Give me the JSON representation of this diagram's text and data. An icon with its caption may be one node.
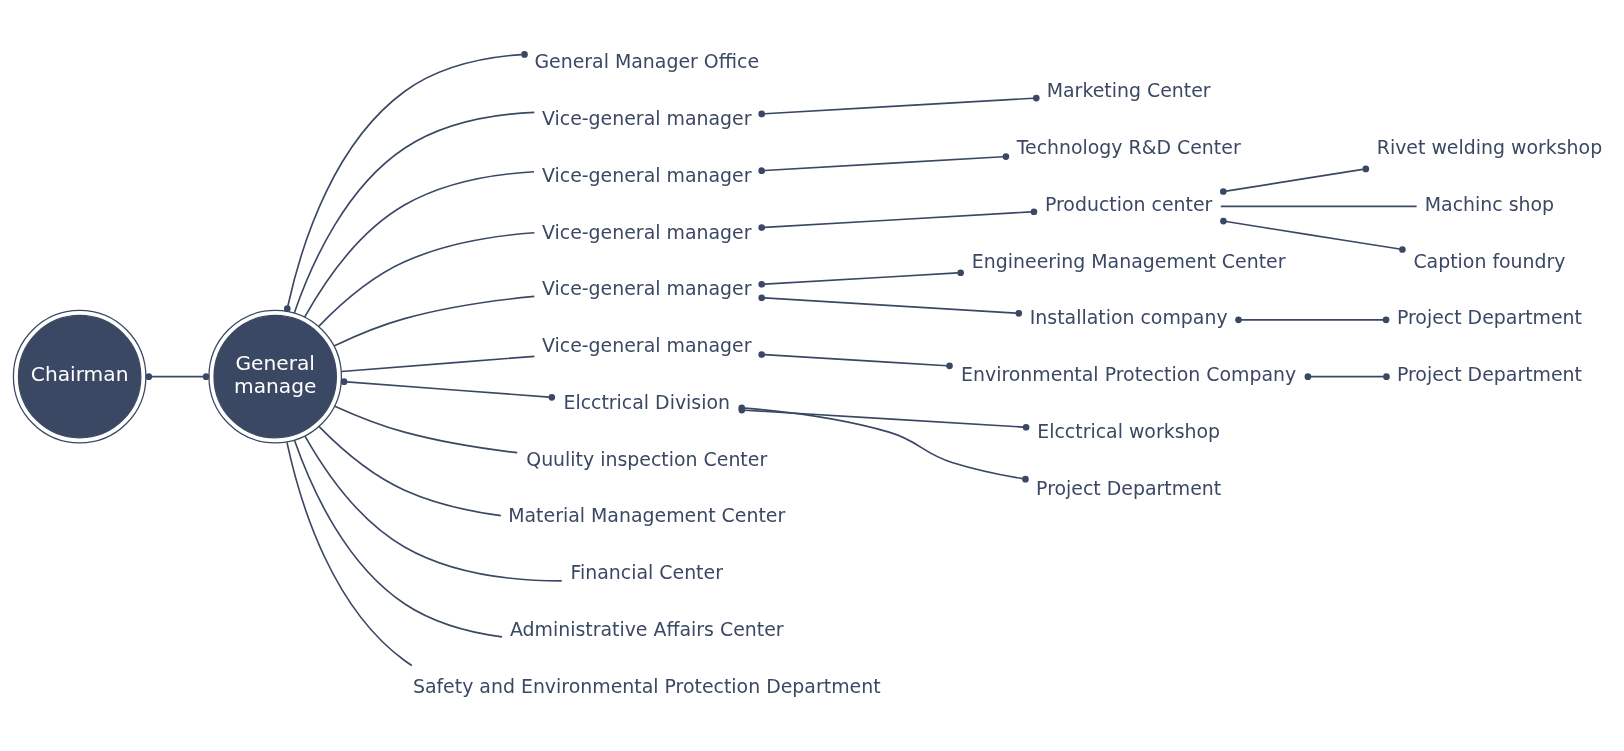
{
  "diagram": {
    "nodes": [
      {
        "text": [
          "Chairman"
        ]
      },
      {
        "text": [
          "General manage"
        ]
      },
      {
        "text": [
          "General Manager Office"
        ]
      },
      {
        "text": [
          "Vice-general manager"
        ]
      },
      {
        "text": [
          "Marketing Center"
        ]
      },
      {
        "text": [
          "Vice-general manager"
        ]
      },
      {
        "text": [
          "Technology R&D Center"
        ]
      },
      {
        "text": [
          "Vice-general manager"
        ]
      },
      {
        "text": [
          "Production center"
        ]
      },
      {
        "text": [
          "Rivet welding workshop"
        ]
      },
      {
        "text": [
          "Machinc shop"
        ]
      },
      {
        "text": [
          "Caption foundry"
        ]
      },
      {
        "text": [
          "Engineering Management Center"
        ]
      },
      {
        "text": [
          "Vice-general manager"
        ]
      },
      {
        "text": [
          "Installation company"
        ]
      },
      {
        "text": [
          "Project Department"
        ]
      },
      {
        "text": [
          "Vice-general manager"
        ]
      },
      {
        "text": [
          "Environmental Protection Company"
        ]
      },
      {
        "text": [
          "Project Department"
        ]
      },
      {
        "text": [
          "Elcctrical Division"
        ]
      },
      {
        "text": [
          "Elcctrical workshop"
        ]
      },
      {
        "text": [
          "Project Department"
        ]
      },
      {
        "text": [
          "Quulity inspection Center"
        ]
      },
      {
        "text": [
          "Material Management Center"
        ]
      },
      {
        "text": [
          "Financial Center"
        ]
      },
      {
        "text": [
          "Administrative Affairs Center"
        ]
      },
      {
        "text": [
          "Safety and Environmental Protection Department"
        ]
      }
    ],
    "edges": [
      {
        "from": 0,
        "to": 1,
        "arrow": "other"
      },
      {
        "from": 1,
        "to": 2,
        "arrow": "other"
      },
      {
        "from": 1,
        "to": 3,
        "arrow": "none"
      },
      {
        "from": 3,
        "to": 4,
        "arrow": "other"
      },
      {
        "from": 1,
        "to": 5,
        "arrow": "none"
      },
      {
        "from": 5,
        "to": 6,
        "arrow": "other"
      },
      {
        "from": 1,
        "to": 7,
        "arrow": "none"
      },
      {
        "from": 7,
        "to": 8,
        "arrow": "other"
      },
      {
        "from": 8,
        "to": 9,
        "arrow": "other"
      },
      {
        "from": 8,
        "to": 10,
        "arrow": "none"
      },
      {
        "from": 8,
        "to": 11,
        "arrow": "other"
      },
      {
        "from": 1,
        "to": 13,
        "arrow": "none"
      },
      {
        "from": 13,
        "to": 12,
        "arrow": "other"
      },
      {
        "from": 13,
        "to": 14,
        "arrow": "other"
      },
      {
        "from": 14,
        "to": 15,
        "arrow": "other"
      },
      {
        "from": 1,
        "to": 16,
        "arrow": "none"
      },
      {
        "from": 16,
        "to": 17,
        "arrow": "other"
      },
      {
        "from": 17,
        "to": 18,
        "arrow": "other"
      },
      {
        "from": 1,
        "to": 19,
        "arrow": "other"
      },
      {
        "from": 19,
        "to": 20,
        "arrow": "other"
      },
      {
        "from": 19,
        "to": 21,
        "arrow": "other"
      },
      {
        "from": 1,
        "to": 22,
        "arrow": "none"
      },
      {
        "from": 1,
        "to": 23,
        "arrow": "none"
      },
      {
        "from": 1,
        "to": 24,
        "arrow": "none"
      },
      {
        "from": 1,
        "to": 25,
        "arrow": "none"
      },
      {
        "from": 1,
        "to": 26,
        "arrow": "none"
      }
    ]
  }
}
